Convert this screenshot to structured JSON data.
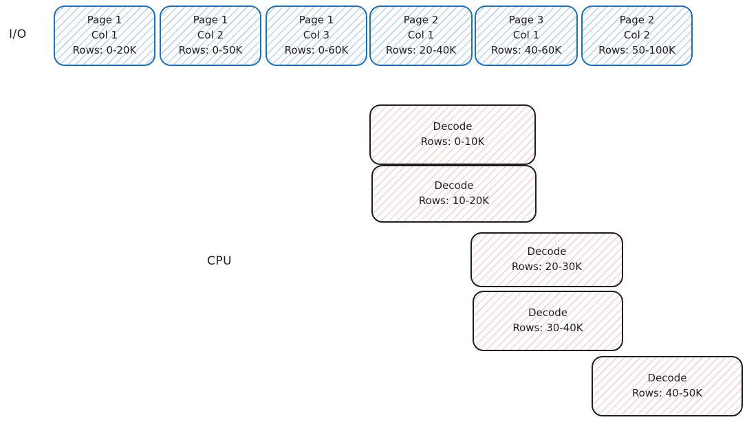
{
  "lanes": {
    "io_label": "I/O",
    "cpu_label": "CPU"
  },
  "colors": {
    "io_border": "#1971c2",
    "io_hatch": "#a5d8ff",
    "decode_border": "#1e1e1e",
    "decode_hatch": "#ffc9c9",
    "text": "#1e1e1e",
    "background": "#ffffff"
  },
  "io_boxes": [
    {
      "line1": "Page 1",
      "line2": "Col 1",
      "line3": "Rows: 0-20K"
    },
    {
      "line1": "Page 1",
      "line2": "Col 2",
      "line3": "Rows: 0-50K"
    },
    {
      "line1": "Page 1",
      "line2": "Col 3",
      "line3": "Rows: 0-60K"
    },
    {
      "line1": "Page 2",
      "line2": "Col 1",
      "line3": "Rows: 20-40K"
    },
    {
      "line1": "Page 3",
      "line2": "Col 1",
      "line3": "Rows: 40-60K"
    },
    {
      "line1": "Page 2",
      "line2": "Col 2",
      "line3": "Rows: 50-100K"
    }
  ],
  "decode_boxes": [
    {
      "label": "Decode",
      "rows": "Rows: 0-10K"
    },
    {
      "label": "Decode",
      "rows": "Rows: 10-20K"
    },
    {
      "label": "Decode",
      "rows": "Rows: 20-30K"
    },
    {
      "label": "Decode",
      "rows": "Rows: 30-40K"
    },
    {
      "label": "Decode",
      "rows": "Rows: 40-50K"
    }
  ]
}
